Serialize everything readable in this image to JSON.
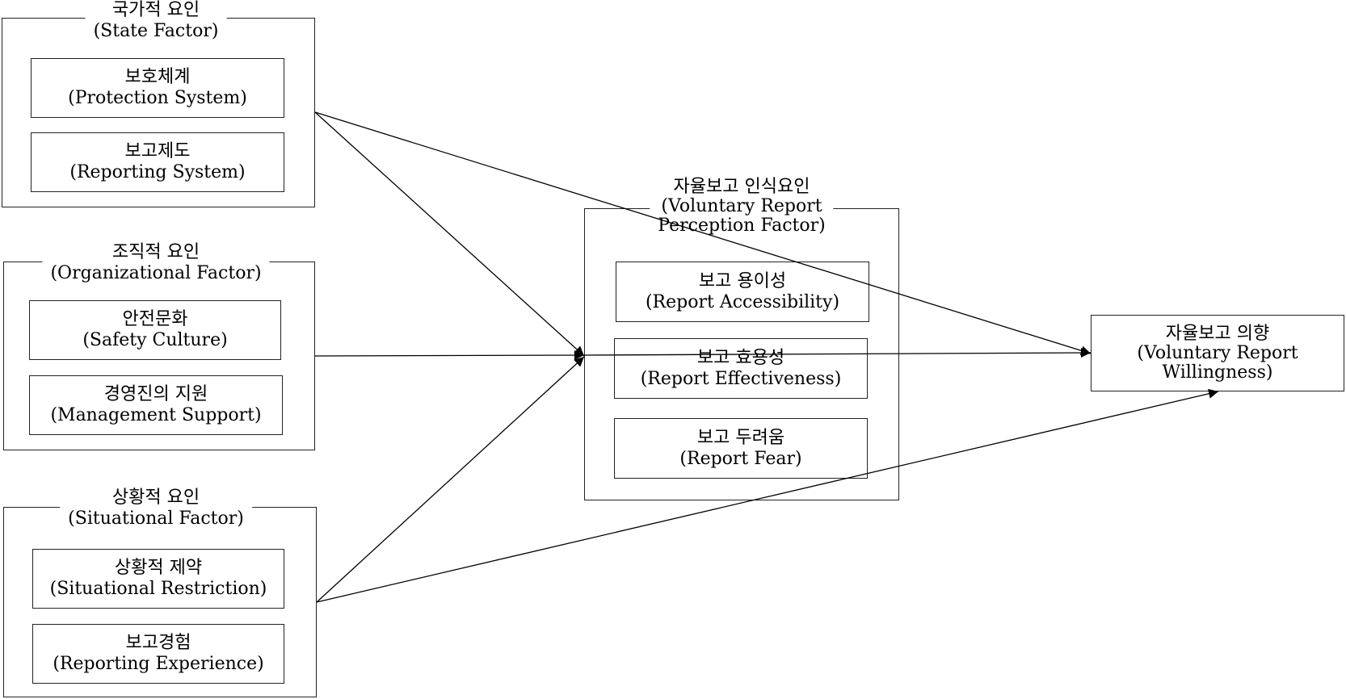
{
  "groups": {
    "state": {
      "title_ko": "국가적 요인",
      "title_en": "(State Factor)",
      "items": [
        {
          "ko": "보호체계",
          "en": "(Protection System)"
        },
        {
          "ko": "보고제도",
          "en": "(Reporting System)"
        }
      ]
    },
    "org": {
      "title_ko": "조직적 요인",
      "title_en": "(Organizational Factor)",
      "items": [
        {
          "ko": "안전문화",
          "en": "(Safety Culture)"
        },
        {
          "ko": "경영진의 지원",
          "en": "(Management Support)"
        }
      ]
    },
    "situ": {
      "title_ko": "상황적 요인",
      "title_en": "(Situational Factor)",
      "items": [
        {
          "ko": "상황적 제약",
          "en": "(Situational Restriction)"
        },
        {
          "ko": "보고경험",
          "en": "(Reporting Experience)"
        }
      ]
    },
    "perception": {
      "title_ko": "자율보고 인식요인",
      "title_en_1": "(Voluntary Report",
      "title_en_2": "Perception Factor)",
      "items": [
        {
          "ko": "보고 용이성",
          "en": "(Report Accessibility)"
        },
        {
          "ko": "보고 효용성",
          "en": "(Report Effectiveness)"
        },
        {
          "ko": "보고 두려움",
          "en": "(Report Fear)"
        }
      ]
    }
  },
  "outcome": {
    "ko": "자율보고 의향",
    "en_1": "(Voluntary Report",
    "en_2": "Willingness)"
  }
}
